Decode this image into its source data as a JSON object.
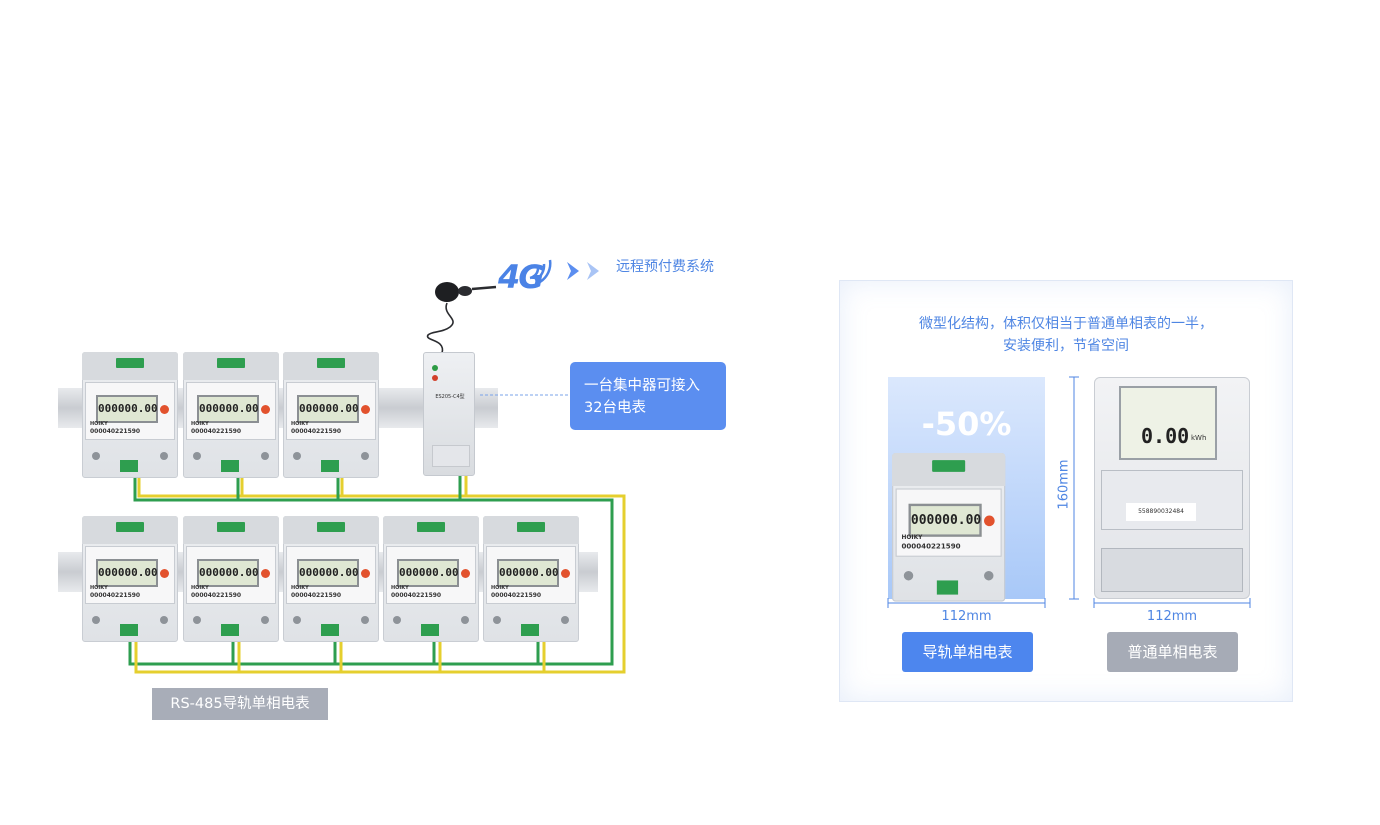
{
  "header": {
    "network_badge": "4G",
    "remote_system_label": "远程预付费系统"
  },
  "callout": {
    "line1": "一台集中器可接入",
    "line2": "32台电表"
  },
  "concentrator": {
    "model": "ES205-C4型"
  },
  "meter": {
    "reading": "000000.00",
    "serial": "000040221590",
    "brand": "HOIKY"
  },
  "bottom_label": "RS-485导轨单相电表",
  "comparison": {
    "description_line1": "微型化结构，体积仅相当于普通单相表的一半，",
    "description_line2": "安装便利，节省空间",
    "reduction": "-50%",
    "height_label": "160mm",
    "width_left": "112mm",
    "width_right": "112mm",
    "button_left": "导轨单相电表",
    "button_right": "普通单相电表",
    "regular_meter_reading": "0.00",
    "regular_meter_unit": "kWh",
    "regular_meter_serial": "558890032484"
  },
  "colors": {
    "accent_blue": "#5b8ef0",
    "label_grey": "#a8adb8",
    "wire_green": "#2e9e4f",
    "wire_yellow": "#e5cf2e"
  }
}
